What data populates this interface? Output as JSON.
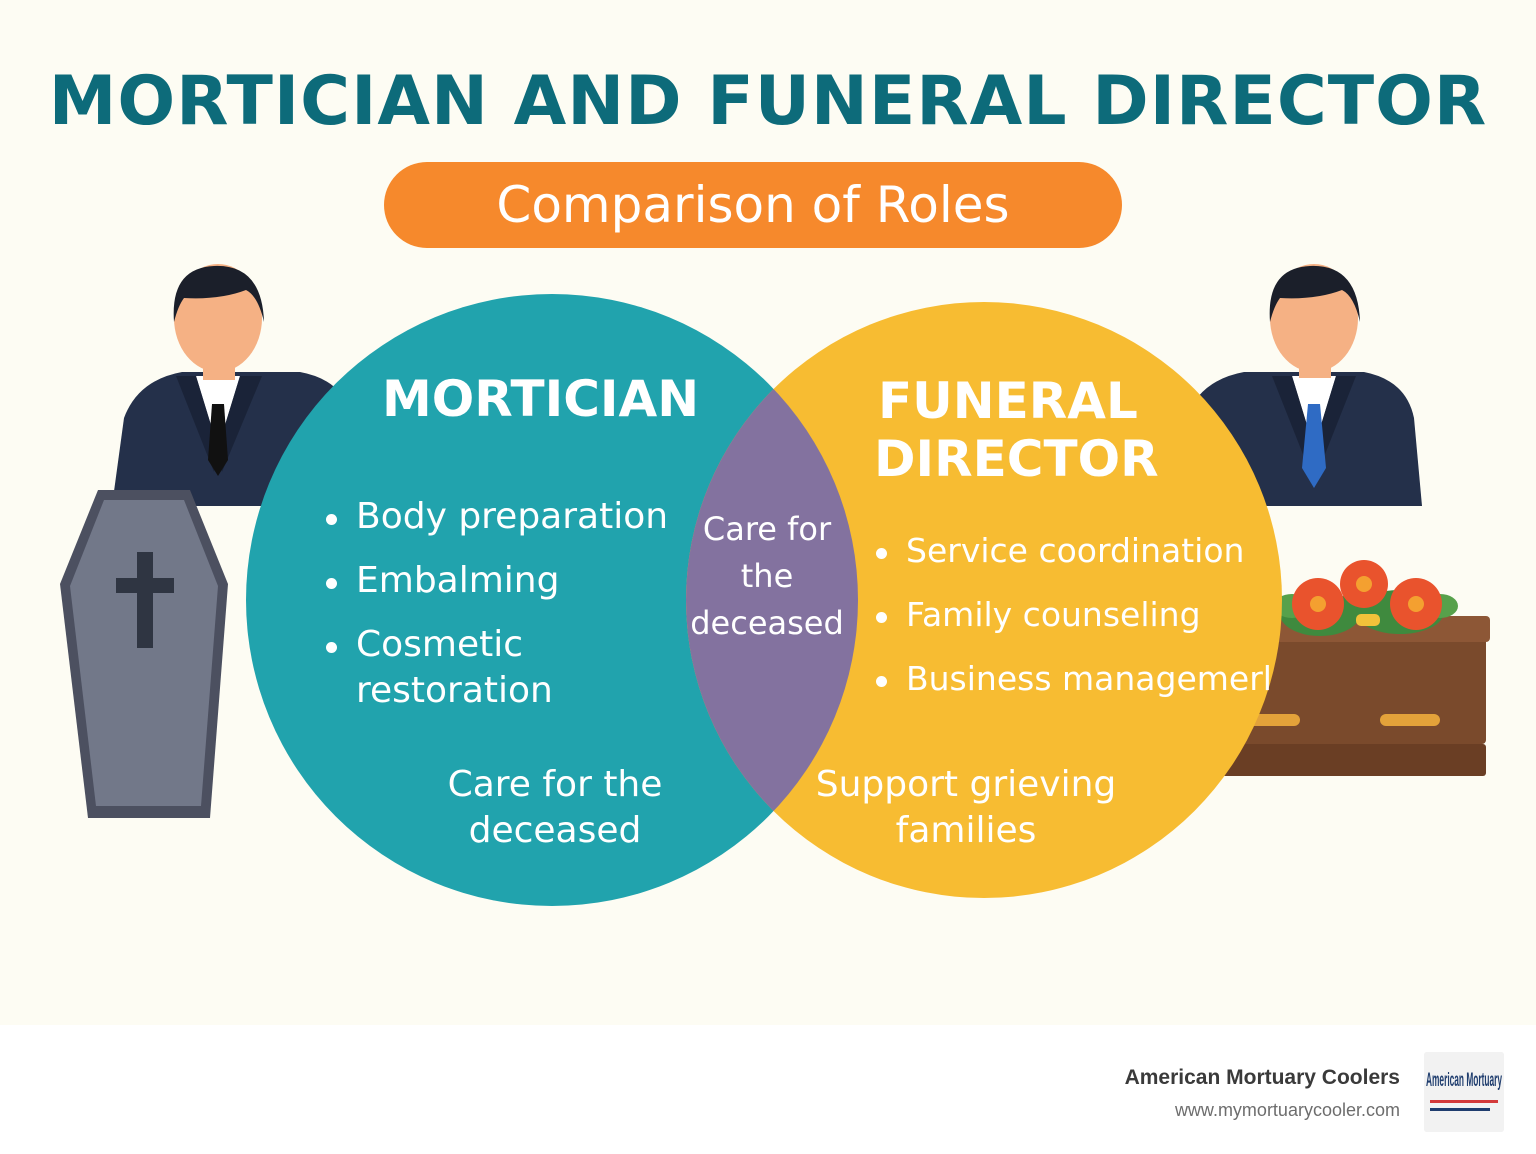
{
  "header": {
    "title": "MORTICIAN AND FUNERAL DIRECTOR",
    "subtitle": "Comparison of Roles"
  },
  "mortician": {
    "heading": "MORTICIAN",
    "duties": [
      "Body preparation",
      "Embalming",
      "Cosmetic restoration"
    ],
    "footer": "Care for the deceased"
  },
  "overlap": {
    "text": "Care for the deceased"
  },
  "funeral_director": {
    "heading_line1": "FUNERAL",
    "heading_line2": "DIRECTOR",
    "duties": [
      "Service coordination",
      "Family counseling",
      "Business managemerl"
    ],
    "footer": "Support grieving families"
  },
  "brand": {
    "name": "American Mortuary Coolers",
    "url": "www.mymortuarycooler.com",
    "logo_text": "American Mortuary"
  },
  "colors": {
    "mortician_circle": "#21a3ad",
    "funeral_director_circle": "#f7bc32",
    "overlap": "#83729f",
    "title": "#0d6b7a",
    "subtitle_pill": "#f6892c"
  },
  "icons": [
    "person-left-icon",
    "person-right-icon",
    "coffin-cross-icon",
    "casket-flowers-icon"
  ]
}
